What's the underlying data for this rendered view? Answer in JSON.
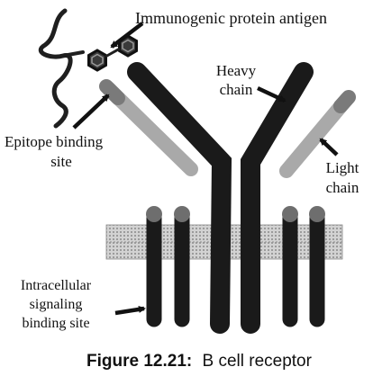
{
  "labels": {
    "antigen": "Immunogenic protein antigen",
    "heavy_chain_line1": "Heavy",
    "heavy_chain_line2": "chain",
    "epitope_line1": "Epitope binding",
    "epitope_line2": "site",
    "light_chain_line1": "Light",
    "light_chain_line2": "chain",
    "intracellular_line1": "Intracellular",
    "intracellular_line2": "signaling",
    "intracellular_line3": "binding site"
  },
  "caption": {
    "figure_number": "Figure 12.21:",
    "text": "B cell receptor"
  },
  "colors": {
    "heavy_chain": "#1a1a1a",
    "light_chain": "#a9a9a9",
    "epitope_tip": "#7a7a7a",
    "membrane": "#c4c4c4",
    "signal_knob": "#6e6e6e",
    "antigen": "#1f1f1f"
  }
}
